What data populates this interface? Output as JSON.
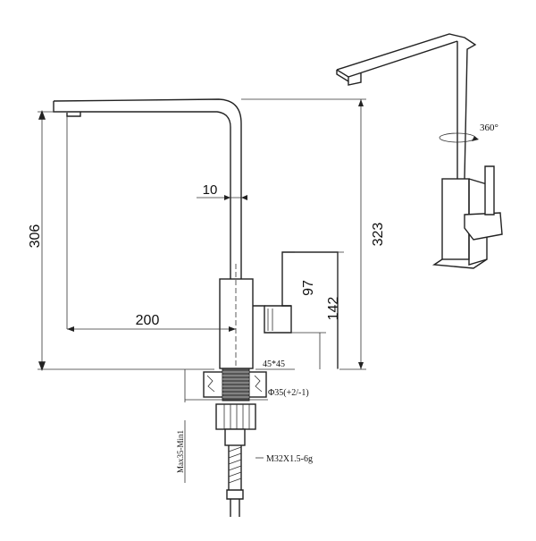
{
  "dimensions": {
    "height_306": "306",
    "height_323": "323",
    "reach_200": "200",
    "spout_10": "10",
    "handle_97": "97",
    "body_142": "142",
    "square_45": "45*45",
    "bore": "Φ35(+2/-1)",
    "thread": "M32X1.5-6g",
    "max_min": "Max35-Min1"
  },
  "perspective": {
    "rotation": "360°"
  },
  "colors": {
    "line": "#222222",
    "background": "#ffffff"
  }
}
